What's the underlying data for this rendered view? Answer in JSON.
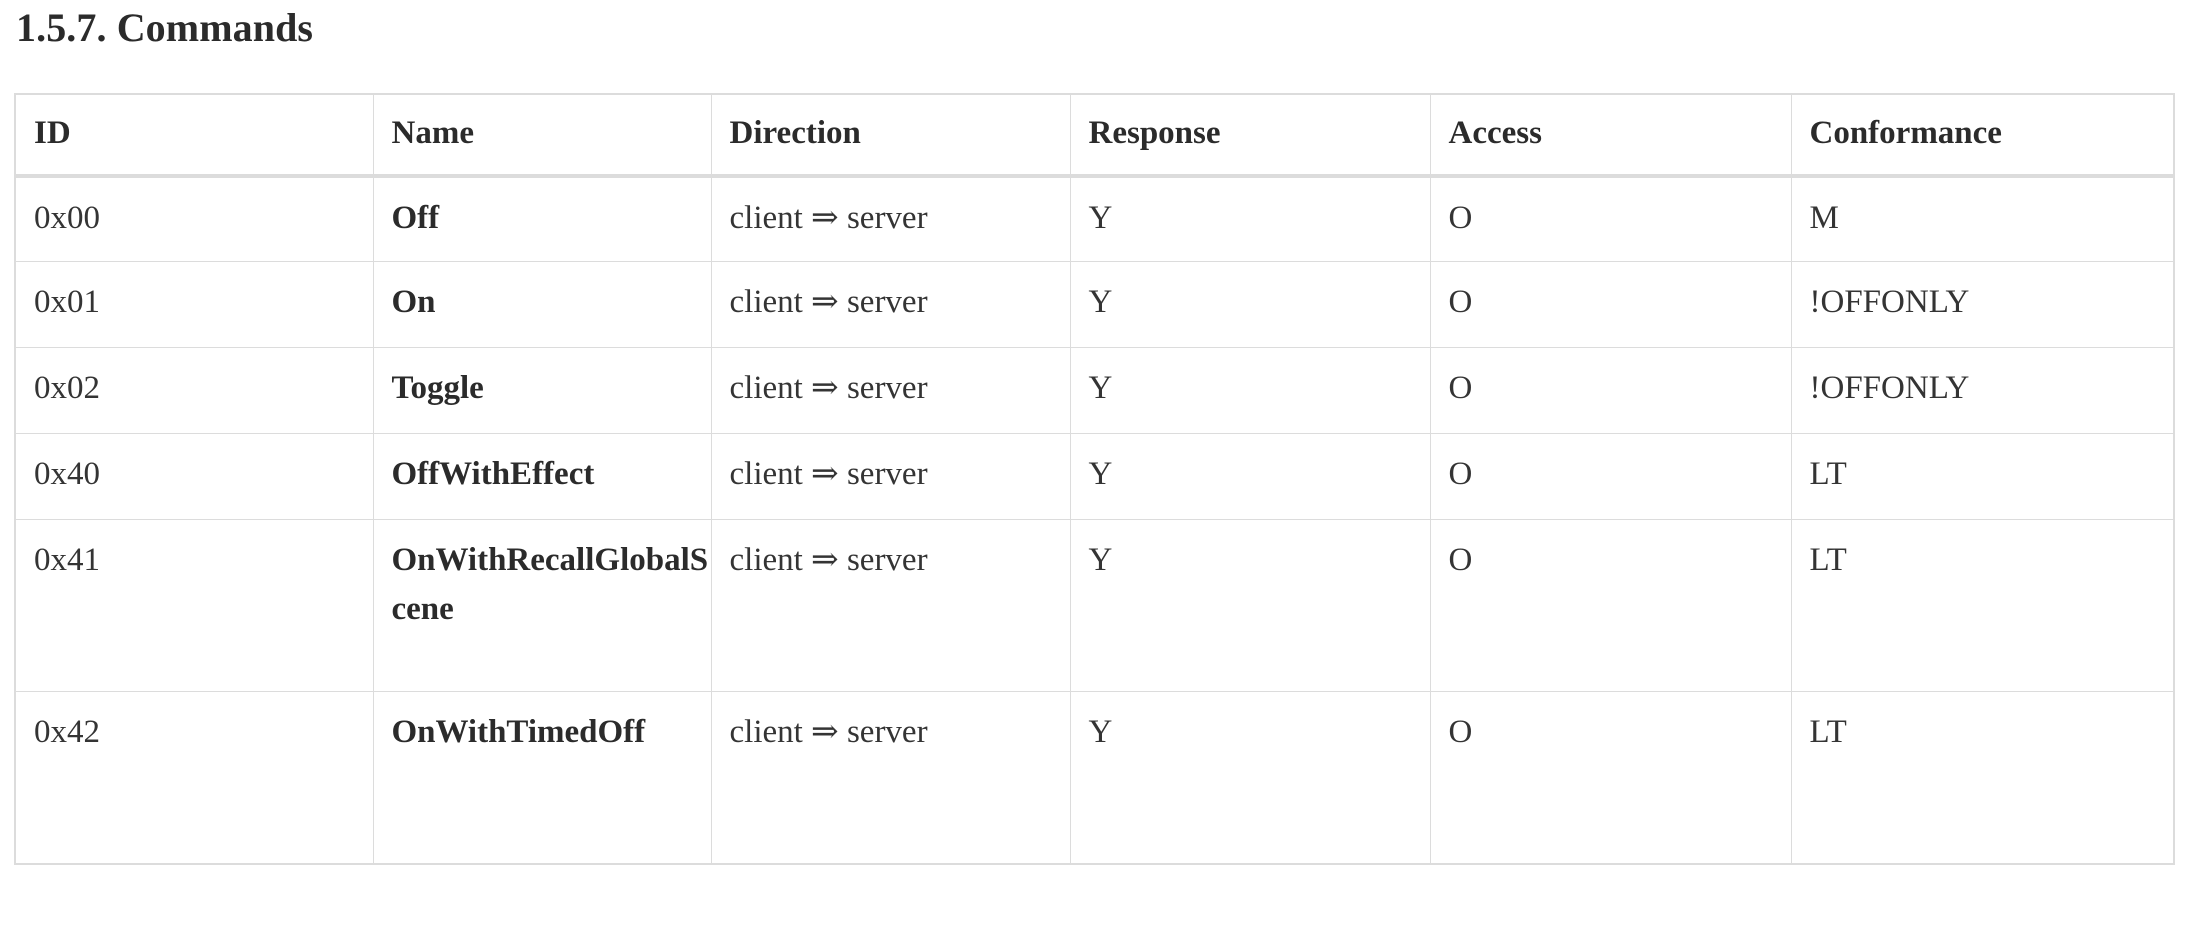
{
  "heading": "1.5.7. Commands",
  "table": {
    "columns": [
      {
        "key": "id",
        "label": "ID"
      },
      {
        "key": "name",
        "label": "Name"
      },
      {
        "key": "direction",
        "label": "Direction"
      },
      {
        "key": "response",
        "label": "Response"
      },
      {
        "key": "access",
        "label": "Access"
      },
      {
        "key": "conformance",
        "label": "Conformance"
      }
    ],
    "rows": [
      {
        "id": "0x00",
        "name": "Off",
        "direction": "client ⇒ server",
        "response": "Y",
        "access": "O",
        "conformance": "M"
      },
      {
        "id": "0x01",
        "name": "On",
        "direction": "client ⇒ server",
        "response": "Y",
        "access": "O",
        "conformance": "!OFFONLY"
      },
      {
        "id": "0x02",
        "name": "Toggle",
        "direction": "client ⇒ server",
        "response": "Y",
        "access": "O",
        "conformance": "!OFFONLY"
      },
      {
        "id": "0x40",
        "name": "OffWithEffect",
        "direction": "client ⇒ server",
        "response": "Y",
        "access": "O",
        "conformance": "LT"
      },
      {
        "id": "0x41",
        "name": "OnWithRecallGlobalScene",
        "direction": "client ⇒ server",
        "response": "Y",
        "access": "O",
        "conformance": "LT"
      },
      {
        "id": "0x42",
        "name": "OnWithTimedOff",
        "direction": "client ⇒ server",
        "response": "Y",
        "access": "O",
        "conformance": "LT"
      }
    ]
  },
  "colors": {
    "text": "#343434",
    "heading": "#2b2b2b",
    "border": "#dcdcdc",
    "background": "#ffffff"
  }
}
